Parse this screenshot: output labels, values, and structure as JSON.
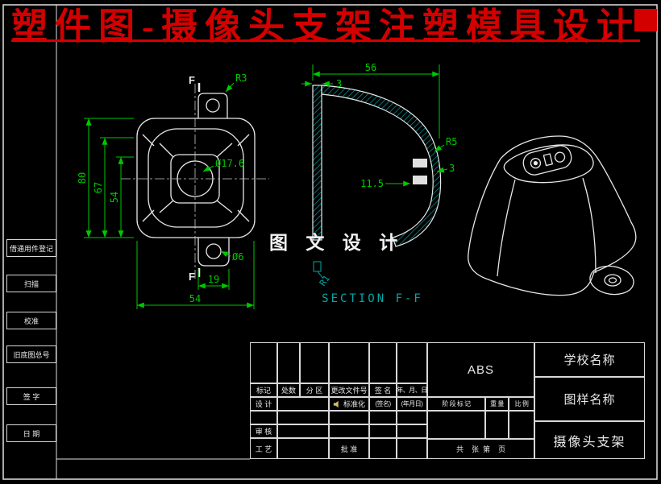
{
  "title": {
    "text": "塑件图-摄像头支架注塑模具设计"
  },
  "sidebar": {
    "items": [
      {
        "label": "借通用件登记"
      },
      {
        "label": "扫描"
      },
      {
        "label": "校准"
      },
      {
        "label": "旧底图总号"
      },
      {
        "label": "签 字"
      },
      {
        "label": "日 期"
      }
    ]
  },
  "front_view": {
    "labels": {
      "r3": "R3",
      "f_top": "F",
      "f_bottom": "F",
      "dia_center": "Ø17.6",
      "dia_hole": "Ø6",
      "dim_80": "80",
      "dim_67": "67",
      "dim_54v": "54",
      "dim_19": "19",
      "dim_54h": "54"
    }
  },
  "section_view": {
    "labels": {
      "dim_56": "56",
      "dim_3_top": "3",
      "r5": "R5",
      "dim_3_side": "3",
      "dim_115": "11.5",
      "r1": "R1"
    },
    "caption": "SECTION F-F"
  },
  "watermark": {
    "text": "图 文 设 计"
  },
  "title_block": {
    "material": "ABS",
    "school": "学校名称",
    "drawing_label": "图样名称",
    "part_name": "摄像头支架",
    "header": {
      "mark": "标记",
      "count": "处数",
      "zone": "分 区",
      "doc": "更改文件号",
      "sign": "签 名",
      "date": "年、月、日"
    },
    "design": "设 计",
    "standard": "标准化",
    "sign_ph": "(签名)",
    "date_ph": "(年月日)",
    "stage": "阶 段 标 记",
    "weight": "重 量",
    "scale": "比 例",
    "review": "审 核",
    "process": "工 艺",
    "approve": "批 准",
    "sheet": "共    张  第    页"
  }
}
